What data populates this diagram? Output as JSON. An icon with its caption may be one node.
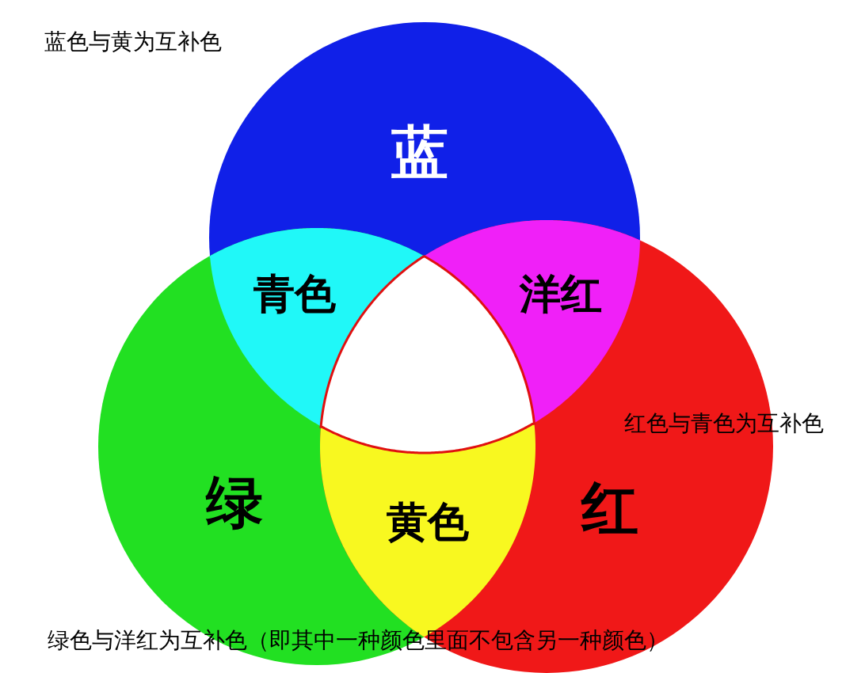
{
  "diagram": {
    "nodes": [
      {
        "text": [
          "蓝"
        ]
      },
      {
        "text": [
          "青色"
        ]
      },
      {
        "text": [
          "洋红"
        ]
      },
      {
        "text": [],
        "shape": "triangle"
      },
      {
        "text": [
          "绿"
        ]
      },
      {
        "text": [
          "黄色"
        ]
      },
      {
        "text": [
          "红"
        ]
      }
    ],
    "labels": [
      "蓝色与黄为互补色",
      "红色与青色为互补色",
      "绿色与洋红为互补色（即其中一种颜色里面不包含另一种颜色）"
    ]
  }
}
